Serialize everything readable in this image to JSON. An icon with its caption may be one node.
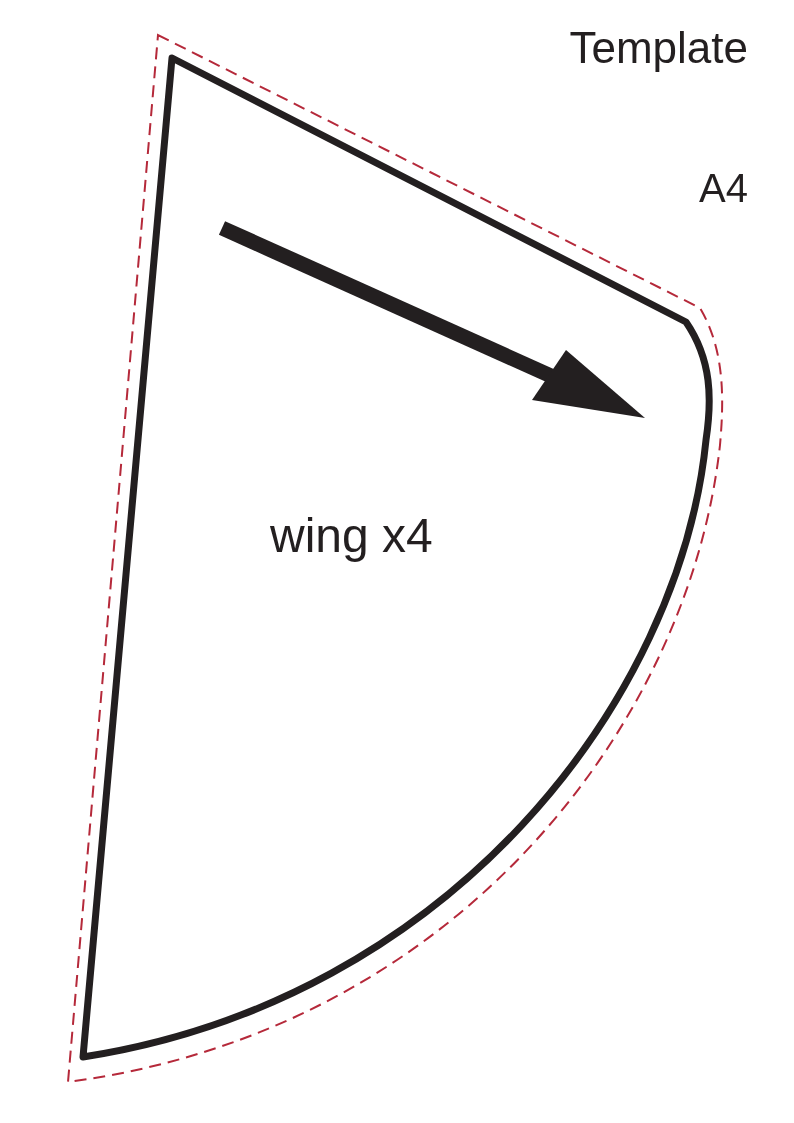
{
  "diagram": {
    "nodes": [
      {
        "text": [
          "wing x4"
        ]
      }
    ],
    "labels": [
      "Template",
      "A4"
    ]
  }
}
